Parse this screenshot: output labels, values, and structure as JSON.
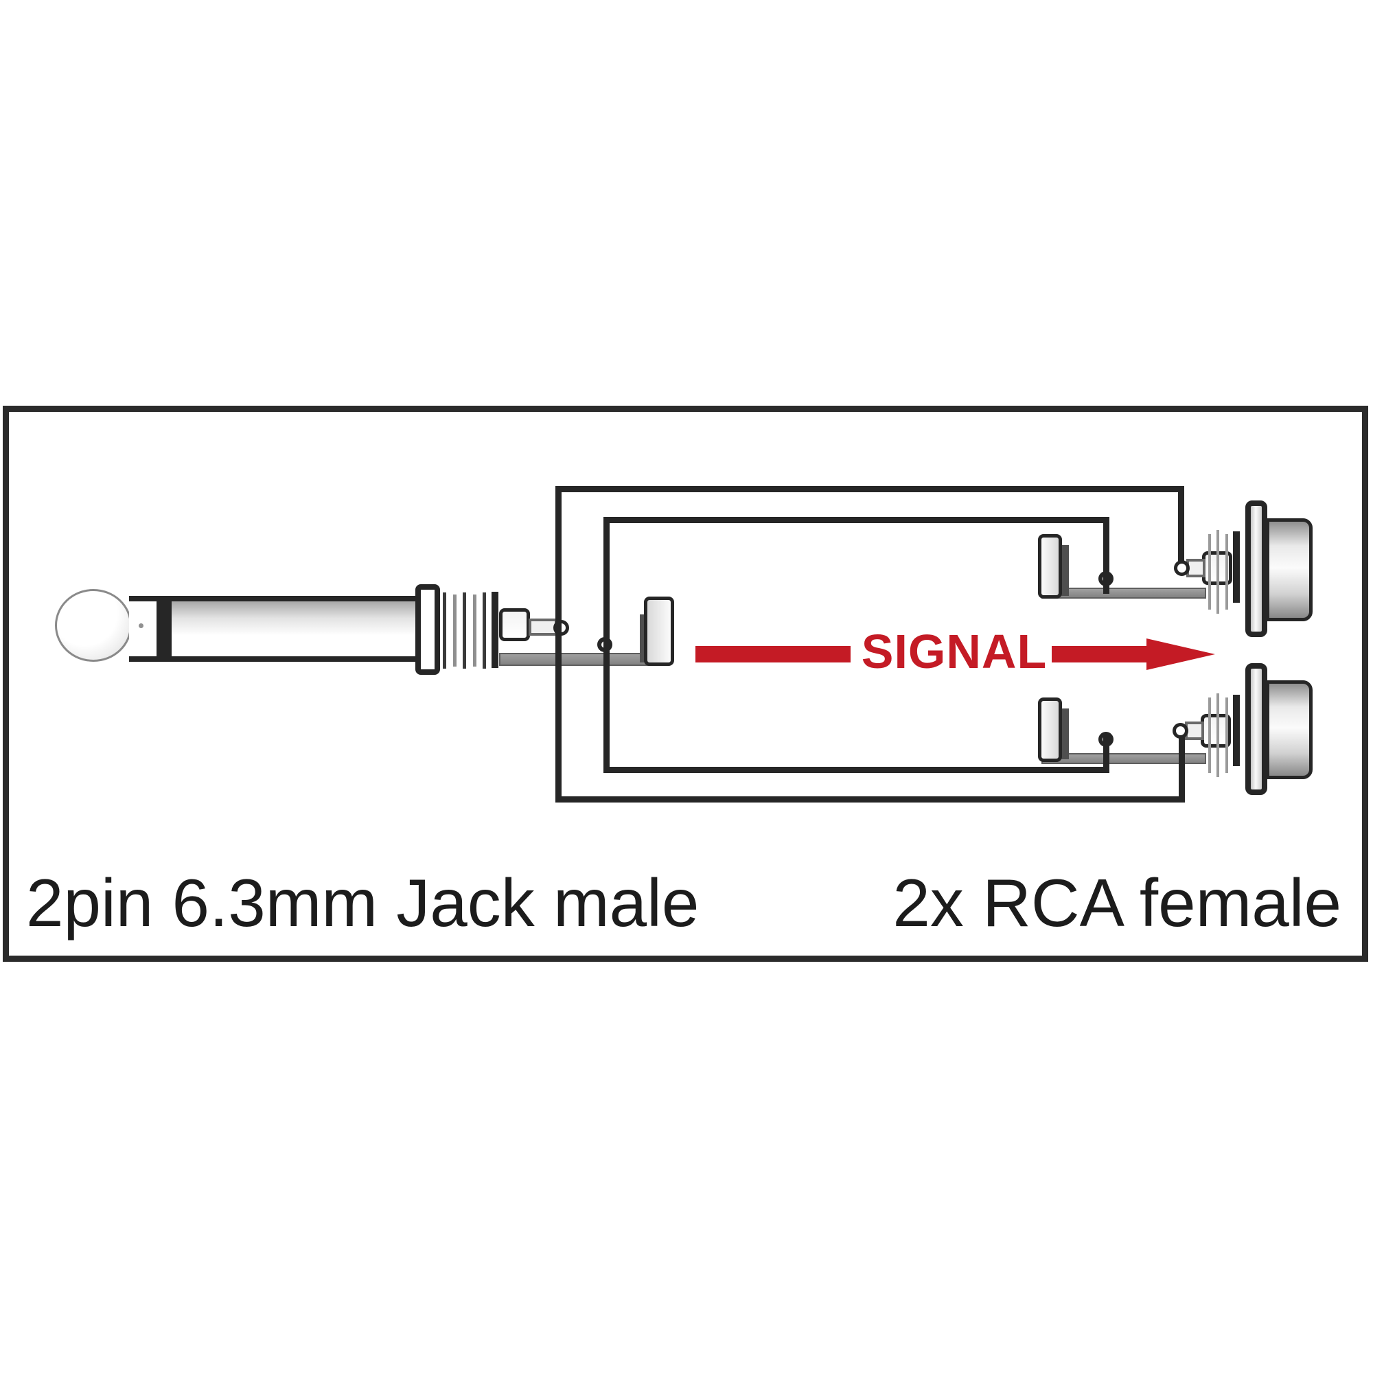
{
  "diagram": {
    "title_left_connector": "2pin 6.3mm Jack male",
    "title_right_connector": "2x RCA female",
    "signal_label": "SIGNAL",
    "colors": {
      "signal_red": "#c41b25",
      "wire_black": "#262626",
      "frame_border": "#2b2b2b",
      "metal_gray": "#8e8e8e",
      "background": "#ffffff"
    }
  }
}
